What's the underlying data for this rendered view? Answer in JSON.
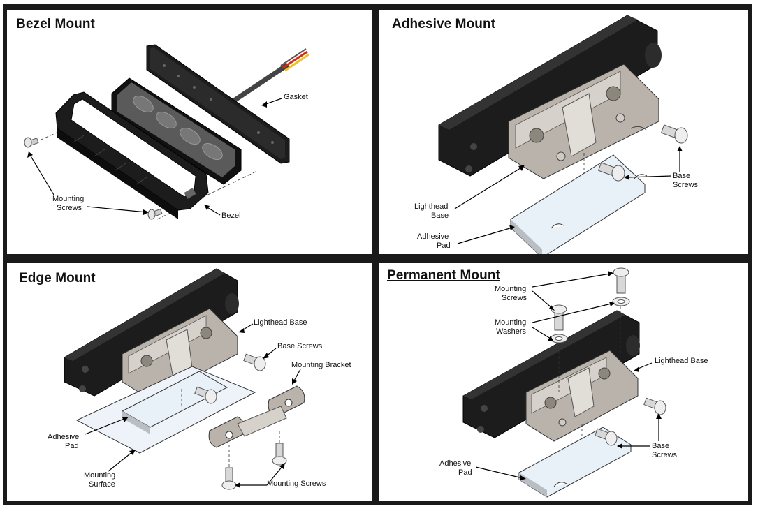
{
  "colors": {
    "frame": "#1a1a1a",
    "light_body": "#1c1c1c",
    "base_metal": "#b9b3ab",
    "pad": "#e8f0f8",
    "wire_red": "#d62a1a",
    "wire_yellow": "#f2c21b"
  },
  "panels": [
    {
      "title": "Bezel Mount",
      "labels": {
        "gasket": "Gasket",
        "mount_screws_1": "Mounting",
        "mount_screws_2": "Screws",
        "bezel": "Bezel"
      }
    },
    {
      "title": "Adhesive Mount",
      "labels": {
        "base_1": "Lighthead",
        "base_2": "Base",
        "pad_1": "Adhesive",
        "pad_2": "Pad",
        "screws_1": "Base",
        "screws_2": "Screws"
      }
    },
    {
      "title": "Edge Mount",
      "labels": {
        "lighthead_base": "Lighthead Base",
        "base_screws": "Base Screws",
        "bracket": "Mounting Bracket",
        "pad_1": "Adhesive",
        "pad_2": "Pad",
        "surface_1": "Mounting",
        "surface_2": "Surface",
        "mount_screws": "Mounting Screws"
      }
    },
    {
      "title": "Permanent Mount",
      "labels": {
        "mscrews_1": "Mounting",
        "mscrews_2": "Screws",
        "washers_1": "Mounting",
        "washers_2": "Washers",
        "lighthead_base": "Lighthead Base",
        "screws_1": "Base",
        "screws_2": "Screws",
        "pad_1": "Adhesive",
        "pad_2": "Pad"
      }
    }
  ]
}
